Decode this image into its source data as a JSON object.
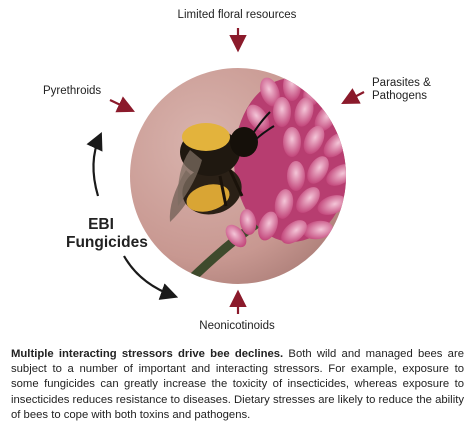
{
  "labels": {
    "top": "Limited floral resources",
    "pyrethroids": "Pyrethroids",
    "parasites": [
      "Parasites &",
      "Pathogens"
    ],
    "ebi": [
      "EBI",
      "Fungicides"
    ],
    "neonicotinoids": "Neonicotinoids"
  },
  "caption": {
    "lead": "Multiple interacting stressors drive bee declines.",
    "body": " Both wild and managed bees are subject to a number of important and interacting stressors. For example, exposure to some fungicides can greatly increase the toxicity of insecticides, whereas exposure to insecticides reduces resistance to diseases. Dietary stresses are likely to reduce the ability of bees to cope with both toxins and pathogens."
  },
  "colors": {
    "arrow_red": "#8b1a2b",
    "arrow_black": "#1a1a1a",
    "flower": "#c9527e",
    "bee_yellow": "#e3b33c"
  }
}
